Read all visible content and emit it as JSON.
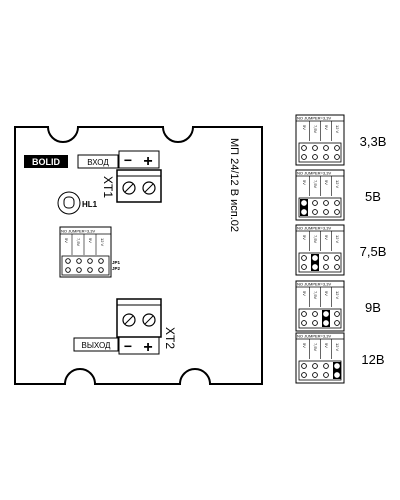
{
  "board": {
    "logo": "BOLID",
    "model": "МП 24/12 В исп.02",
    "input_label": "ВХОД",
    "output_label": "ВЫХОД",
    "xt1": "XT1",
    "xt2": "XT2",
    "hl1": "HL1",
    "minus": "−",
    "plus": "+",
    "jp1": "JP1",
    "jp2": "JP2"
  },
  "jumper_block": {
    "header": "NO JUMPER=3,3V",
    "cols": [
      "5V",
      "7,5V",
      "9V",
      "12 V"
    ]
  },
  "settings": [
    {
      "label": "3,3В"
    },
    {
      "label": "5В"
    },
    {
      "label": "7,5В"
    },
    {
      "label": "9В"
    },
    {
      "label": "12В"
    }
  ]
}
